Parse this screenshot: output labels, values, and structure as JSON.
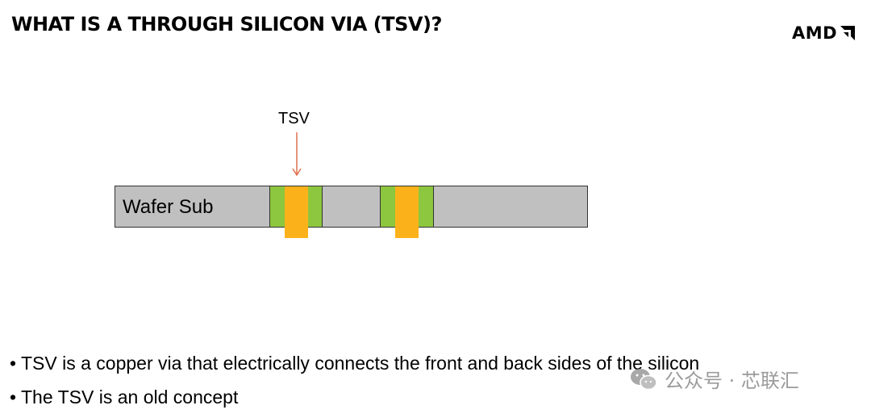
{
  "slide": {
    "title": "WHAT IS A THROUGH SILICON VIA (TSV)?",
    "logo_text": "AMD"
  },
  "diagram": {
    "tsv_label": "TSV",
    "wafer_label": "Wafer Sub",
    "colors": {
      "wafer": "#c0c0c0",
      "liner": "#8dc63f",
      "copper": "#fbb21a",
      "arrow": "#e07050"
    }
  },
  "bullets": [
    "TSV is a copper via that electrically connects the front and back sides of the silicon",
    "The TSV is an old concept"
  ],
  "bullet_marker": "•",
  "watermark": {
    "icon": "wechat-icon",
    "text": "公众号 · 芯联汇"
  }
}
